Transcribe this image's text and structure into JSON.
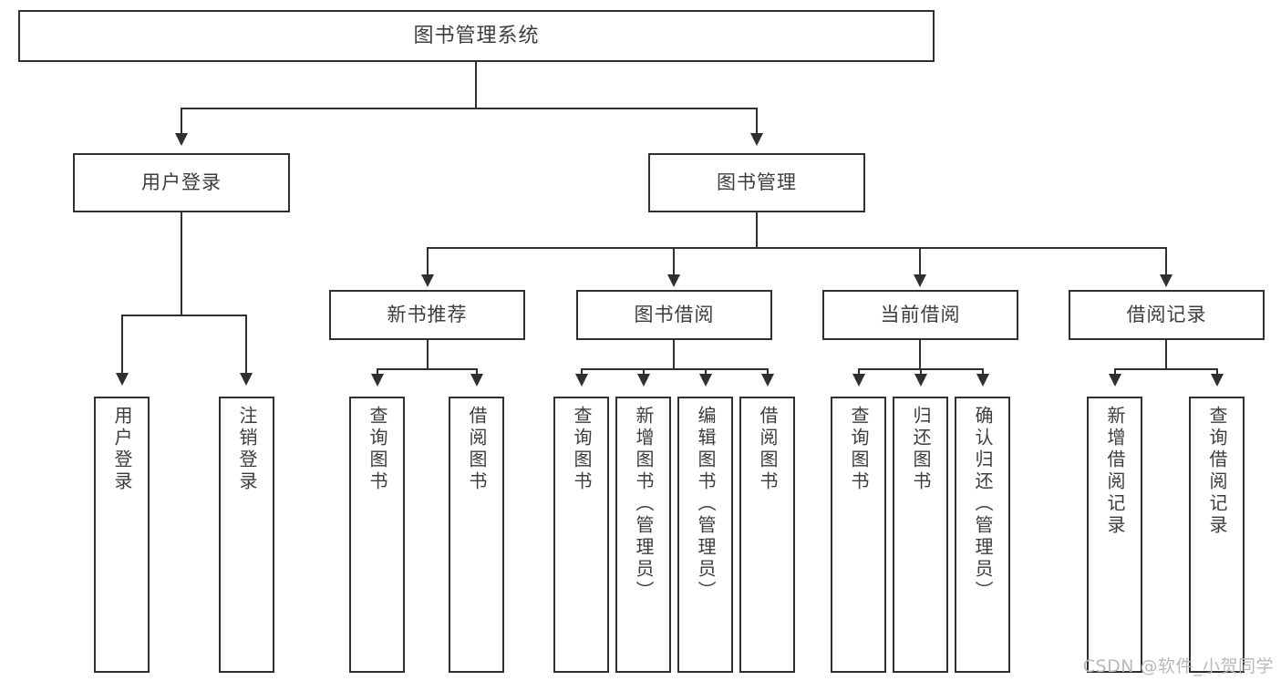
{
  "diagram": {
    "title": "图书管理系统",
    "type": "tree",
    "watermark": "CSDN @软件_小贺同学"
  },
  "nodes": {
    "root": {
      "label": "图书管理系统"
    },
    "level1": [
      {
        "id": "user-login",
        "label": "用户登录"
      },
      {
        "id": "book-manage",
        "label": "图书管理"
      }
    ],
    "level2": [
      {
        "id": "new-book-recommend",
        "label": "新书推荐"
      },
      {
        "id": "book-borrow",
        "label": "图书借阅"
      },
      {
        "id": "current-borrow",
        "label": "当前借阅"
      },
      {
        "id": "borrow-record",
        "label": "借阅记录"
      }
    ],
    "leaves": [
      {
        "id": "leaf-user-login",
        "label": "用户登录"
      },
      {
        "id": "leaf-logout-login",
        "label": "注销登录"
      },
      {
        "id": "leaf-query-book-1",
        "label": "查询图书"
      },
      {
        "id": "leaf-borrow-book-1",
        "label": "借阅图书"
      },
      {
        "id": "leaf-query-book-2",
        "label": "查询图书"
      },
      {
        "id": "leaf-add-book-admin",
        "label": "新增图书（管理员）"
      },
      {
        "id": "leaf-edit-book-admin",
        "label": "编辑图书（管理员）"
      },
      {
        "id": "leaf-borrow-book-2",
        "label": "借阅图书"
      },
      {
        "id": "leaf-query-book-3",
        "label": "查询图书"
      },
      {
        "id": "leaf-return-book",
        "label": "归还图书"
      },
      {
        "id": "leaf-confirm-return-admin",
        "label": "确认归还（管理员）"
      },
      {
        "id": "leaf-add-borrow-record",
        "label": "新增借阅记录"
      },
      {
        "id": "leaf-query-borrow-record",
        "label": "查询借阅记录"
      }
    ]
  },
  "colors": {
    "stroke": "#2f2f2f",
    "text": "#3d3d3d",
    "background": "#ffffff",
    "watermark": "#b9b9b9"
  }
}
